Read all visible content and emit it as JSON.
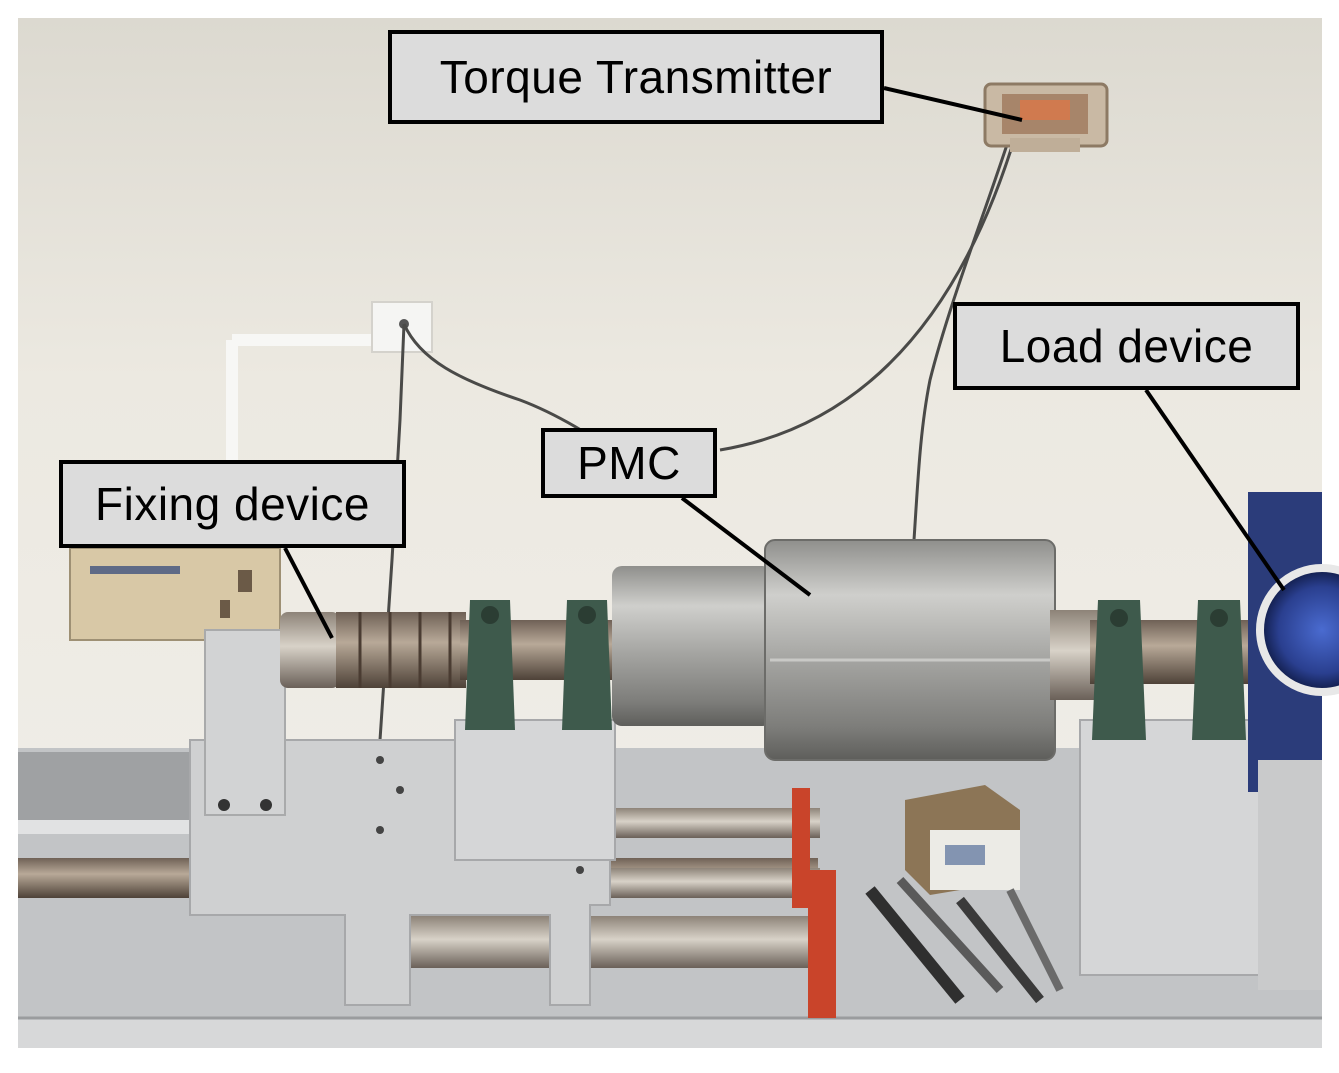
{
  "labels": {
    "torque_transmitter": "Torque Transmitter",
    "load_device": "Load device",
    "pmc": "PMC",
    "fixing_device": "Fixing device"
  },
  "colors": {
    "label_fill": "#dcdcdc",
    "label_border": "#000000",
    "leader_line": "#000000",
    "wall": "#ece9e1",
    "bench_steel": "#b9bcbf",
    "motor_shell": "#a7a7a4",
    "bearing_block": "#3e5a4c",
    "red_bracket": "#c9442a",
    "load_motor_blue": "#2e4fb7"
  }
}
